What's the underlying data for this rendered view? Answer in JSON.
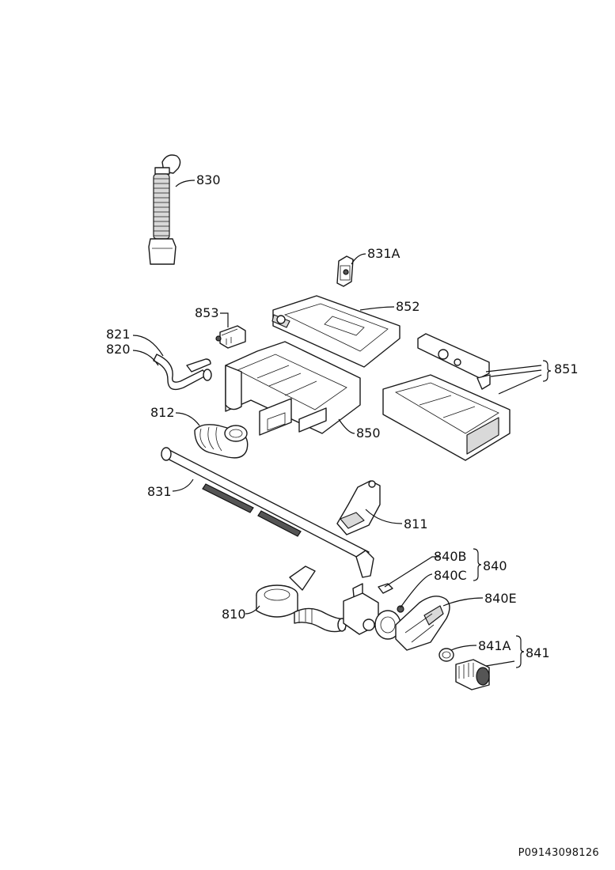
{
  "labels": {
    "p830": "830",
    "p831A": "831A",
    "p852": "852",
    "p853": "853",
    "p821": "821",
    "p820": "820",
    "p851": "851",
    "p812": "812",
    "p850": "850",
    "p831": "831",
    "p811": "811",
    "p840B": "840B",
    "p840C": "840C",
    "p840": "840",
    "p840E": "840E",
    "p810": "810",
    "p841A": "841A",
    "p841": "841"
  },
  "document_id": "P09143098126"
}
